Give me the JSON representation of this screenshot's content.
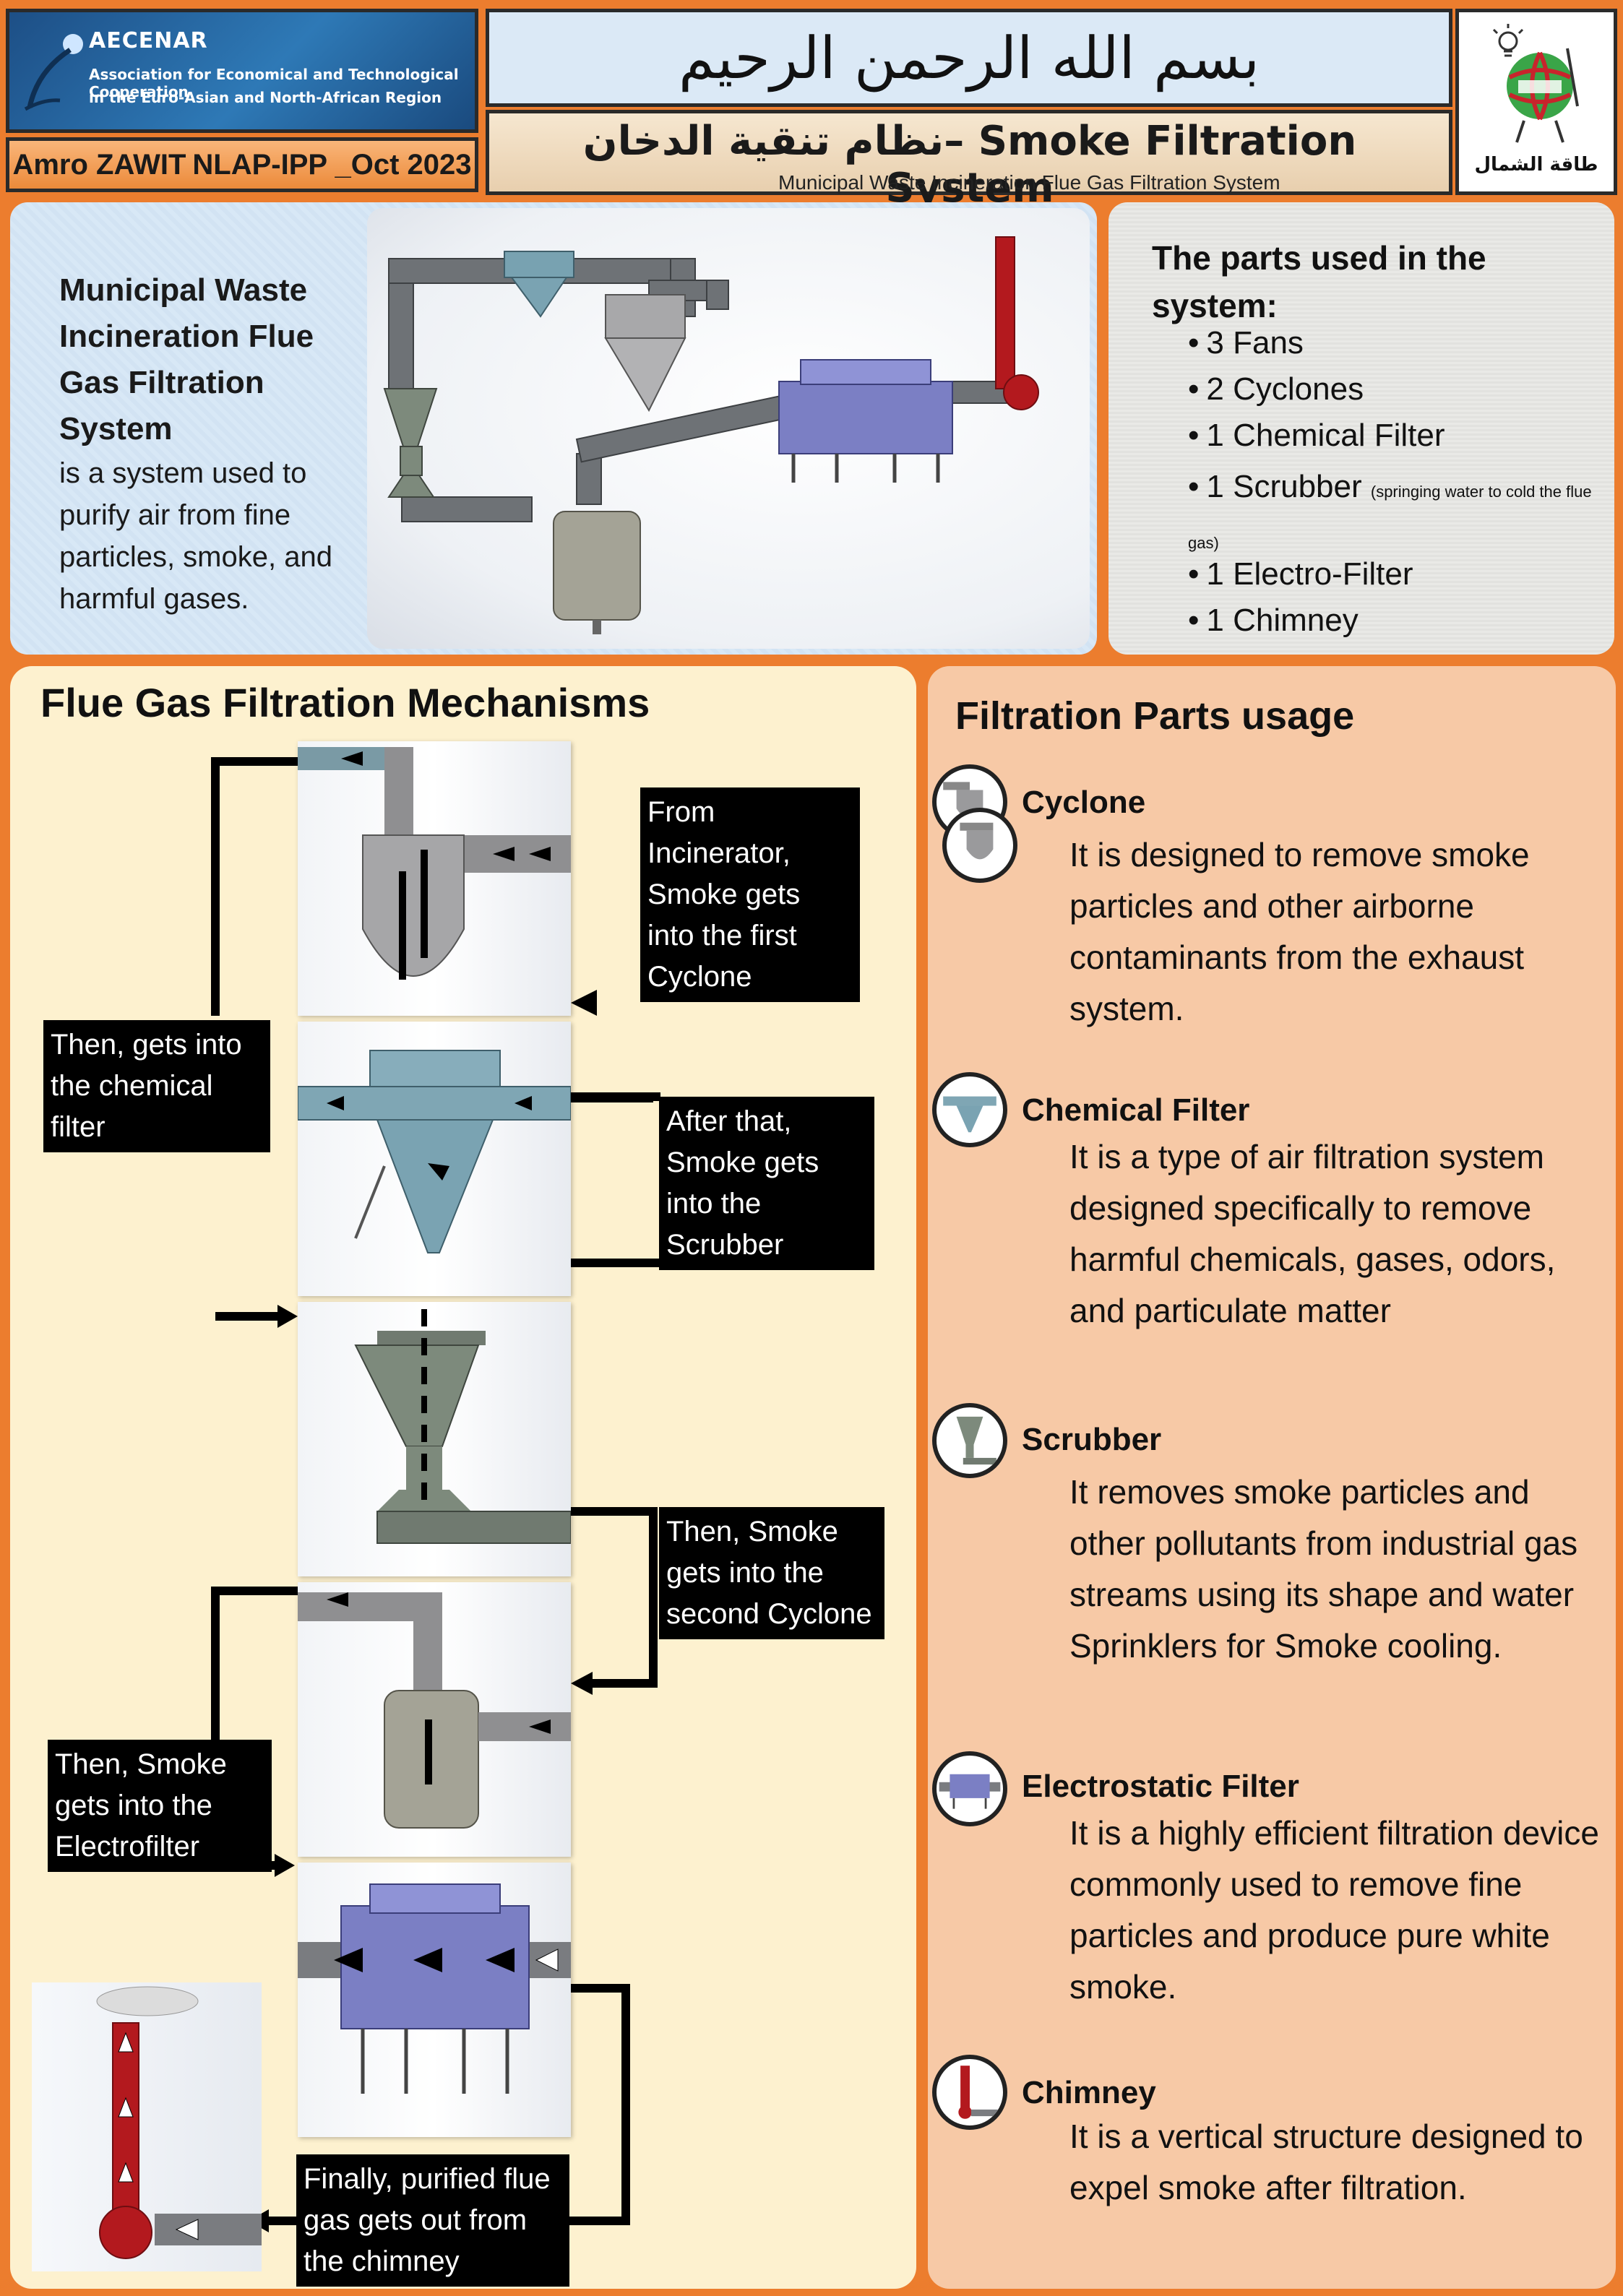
{
  "header": {
    "org_name": "AECENAR",
    "org_line1": "Association for Economical and Technological Cooperation",
    "org_line2": "in the Euro-Asian and North-African Region",
    "author": "Amro ZAWIT",
    "project": "NLAP-IPP _Oct 2023",
    "basmala": "بسم الله الرحمن الرحيم",
    "title": "نظام تنقية الدخان– Smoke Filtration System",
    "subtitle": "Municipal Waste Incineration Flue Gas Filtration System",
    "partner_label": "طاقة الشمال"
  },
  "intro": {
    "heading": "Municipal Waste Incineration Flue Gas Filtration System",
    "text": "is a system used to purify air from fine particles, smoke, and harmful gases."
  },
  "parts": {
    "heading": "The parts used in the system:",
    "items": [
      {
        "label": "3 Fans",
        "note": ""
      },
      {
        "label": "2 Cyclones",
        "note": ""
      },
      {
        "label": "1 Chemical Filter",
        "note": ""
      },
      {
        "label": "1 Scrubber",
        "note": "(springing water to cold the flue gas)"
      },
      {
        "label": "1 Electro-Filter",
        "note": ""
      },
      {
        "label": "1 Chimney",
        "note": ""
      }
    ]
  },
  "mechanisms": {
    "heading": "Flue Gas Filtration Mechanisms",
    "steps": [
      "From Incinerator, Smoke gets into the first Cyclone",
      "Then, gets into the chemical filter",
      "After that, Smoke gets into the Scrubber",
      "Then, Smoke gets into the second Cyclone",
      "Then, Smoke gets into the Electrofilter",
      "Finally, purified flue gas gets out from the chimney"
    ]
  },
  "usage": {
    "heading": "Filtration Parts usage",
    "items": [
      {
        "icon": "cyclone-icon",
        "title": "Cyclone",
        "desc": "It is designed to remove smoke particles and other airborne contaminants from the exhaust system."
      },
      {
        "icon": "chemical-filter-icon",
        "title": "Chemical Filter",
        "desc": "It is a type of air filtration system designed specifically to remove harmful chemicals, gases, odors, and particulate matter"
      },
      {
        "icon": "scrubber-icon",
        "title": "Scrubber",
        "desc": "It removes smoke particles and other pollutants from industrial gas streams using its shape and water Sprinklers for Smoke cooling."
      },
      {
        "icon": "electrostatic-filter-icon",
        "title": "Electrostatic Filter",
        "desc": "It is a highly efficient filtration device commonly used to remove fine particles and produce pure white smoke."
      },
      {
        "icon": "chimney-icon",
        "title": "Chimney",
        "desc": "It is a vertical structure designed to expel smoke after filtration."
      }
    ]
  },
  "colors": {
    "background": "#ec7d2e",
    "mechanisms_panel": "#fdf1cf",
    "usage_panel": "#f7c9a6",
    "chimney_red": "#b3191e",
    "electrofilter_purple": "#7b7fc4",
    "chemical_filter_teal": "#6f97a6"
  }
}
